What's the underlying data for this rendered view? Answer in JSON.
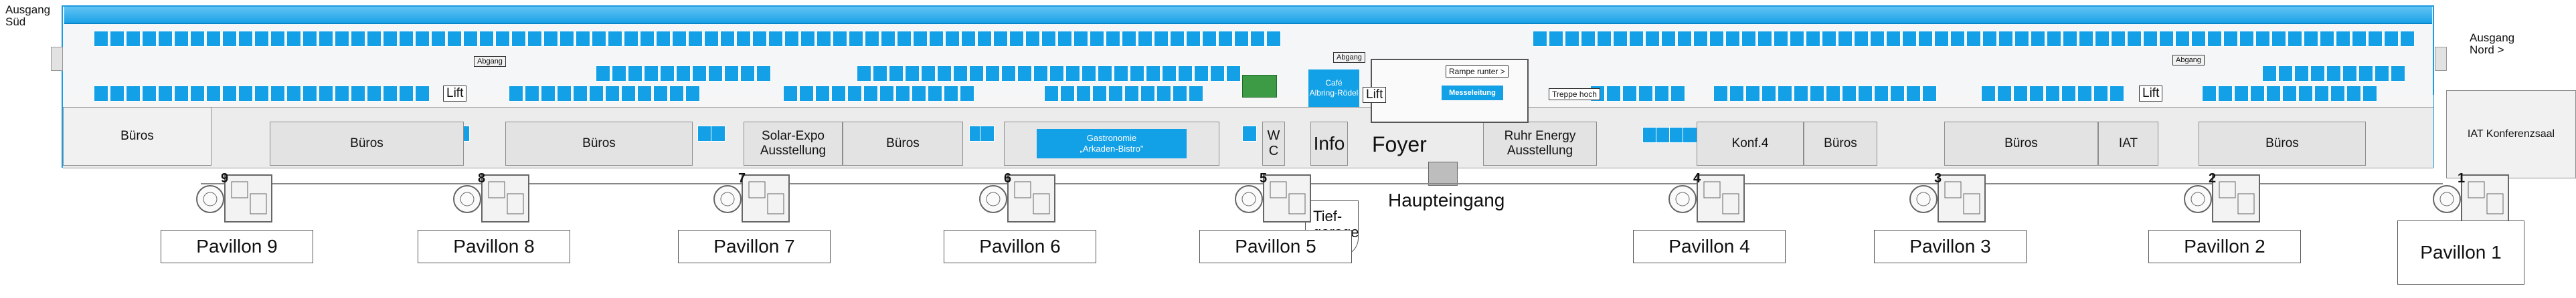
{
  "exits": {
    "south": "Ausgang\nSüd",
    "north": "Ausgang\nNord >"
  },
  "rooms": {
    "bueros_1": "Büros",
    "bueros_2": "Büros",
    "bueros_3": "Büros",
    "solar_expo": "Solar-Expo\nAusstellung",
    "bueros_4": "Büros",
    "gastronomie": "Gastronomie\n„Arkaden-Bistro\"",
    "wc": "W C",
    "info": "Info",
    "foyer": "Foyer",
    "ruhr_energy": "Ruhr Energy\nAusstellung",
    "konf4": "Konf.4",
    "bueros_5": "Büros",
    "bueros_6": "Büros",
    "iat": "IAT",
    "bueros_7": "Büros",
    "iat_konferenzsaal": "IAT Konferenzsaal",
    "cafe": "Café\nAlbring-Rödel",
    "messeleitung": "Messeleitung"
  },
  "labels": {
    "lift_1": "Lift",
    "lift_2": "Lift",
    "lift_3": "Lift",
    "abgang_1": "Abgang",
    "abgang_2": "Abgang",
    "abgang_3": "Abgang",
    "rampe": "Rampe runter >",
    "treppe": "Treppe hoch",
    "haupteingang": "Haupteingang",
    "tiefgarage": "Tief-\ngarage"
  },
  "pavilions": [
    {
      "num": "9",
      "label": "Pavillon 9"
    },
    {
      "num": "8",
      "label": "Pavillon 8"
    },
    {
      "num": "7",
      "label": "Pavillon 7"
    },
    {
      "num": "6",
      "label": "Pavillon 6"
    },
    {
      "num": "5",
      "label": "Pavillon 5"
    },
    {
      "num": "4",
      "label": "Pavillon 4"
    },
    {
      "num": "3",
      "label": "Pavillon 3"
    },
    {
      "num": "2",
      "label": "Pavillon 2"
    },
    {
      "num": "1",
      "label": "Pavillon 1"
    }
  ],
  "colors": {
    "booth": "#14a0e6",
    "banner": "#1ba3e8",
    "room": "#e3e3e3",
    "outline": "#1c9be0"
  }
}
